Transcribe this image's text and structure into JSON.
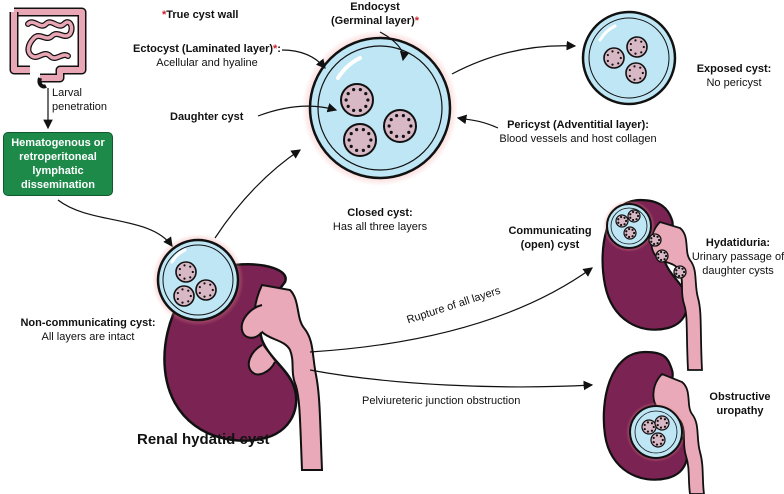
{
  "labels": {
    "true_cyst_wall": "True cyst wall",
    "endocyst_title": "Endocyst",
    "endocyst_sub": "(Germinal layer)",
    "ectocyst_title": "Ectocyst (Laminated layer)",
    "ectocyst_desc": "Acellular and hyaline",
    "daughter_cyst": "Daughter cyst",
    "pericyst_title": "Pericyst (Adventitial layer):",
    "pericyst_desc": "Blood vessels and host collagen",
    "exposed_title": "Exposed cyst:",
    "exposed_desc": "No pericyst",
    "closed_title": "Closed cyst:",
    "closed_desc": "Has all three layers",
    "larval": "Larval penetration",
    "larval_line1": "Larval",
    "larval_line2": "penetration",
    "dissemination": "Hematogenous or retroperitoneal lymphatic dissemination",
    "noncomm_title": "Non-communicating cyst:",
    "noncomm_desc": "All layers are intact",
    "renal_title": "Renal hydatid cyst",
    "communicating_line1": "Communicating",
    "communicating_line2": "(open) cyst",
    "hydatiduria_title": "Hydatiduria:",
    "hydatiduria_line1": "Urinary passage of",
    "hydatiduria_line2": "daughter cysts",
    "rupture": "Rupture of all layers",
    "pelviureteric": "Pelviureteric junction obstruction",
    "obstructive_line1": "Obstructive",
    "obstructive_line2": "uropathy"
  },
  "colors": {
    "cyst_fill": "#bfe6f5",
    "cyst_stroke": "#111111",
    "kidney": "#7b2353",
    "pelvis": "#e9a9b8",
    "daughter": "#d9b8c6",
    "green_box": "#1e8a4a",
    "intestine": "#e9a6b4"
  }
}
